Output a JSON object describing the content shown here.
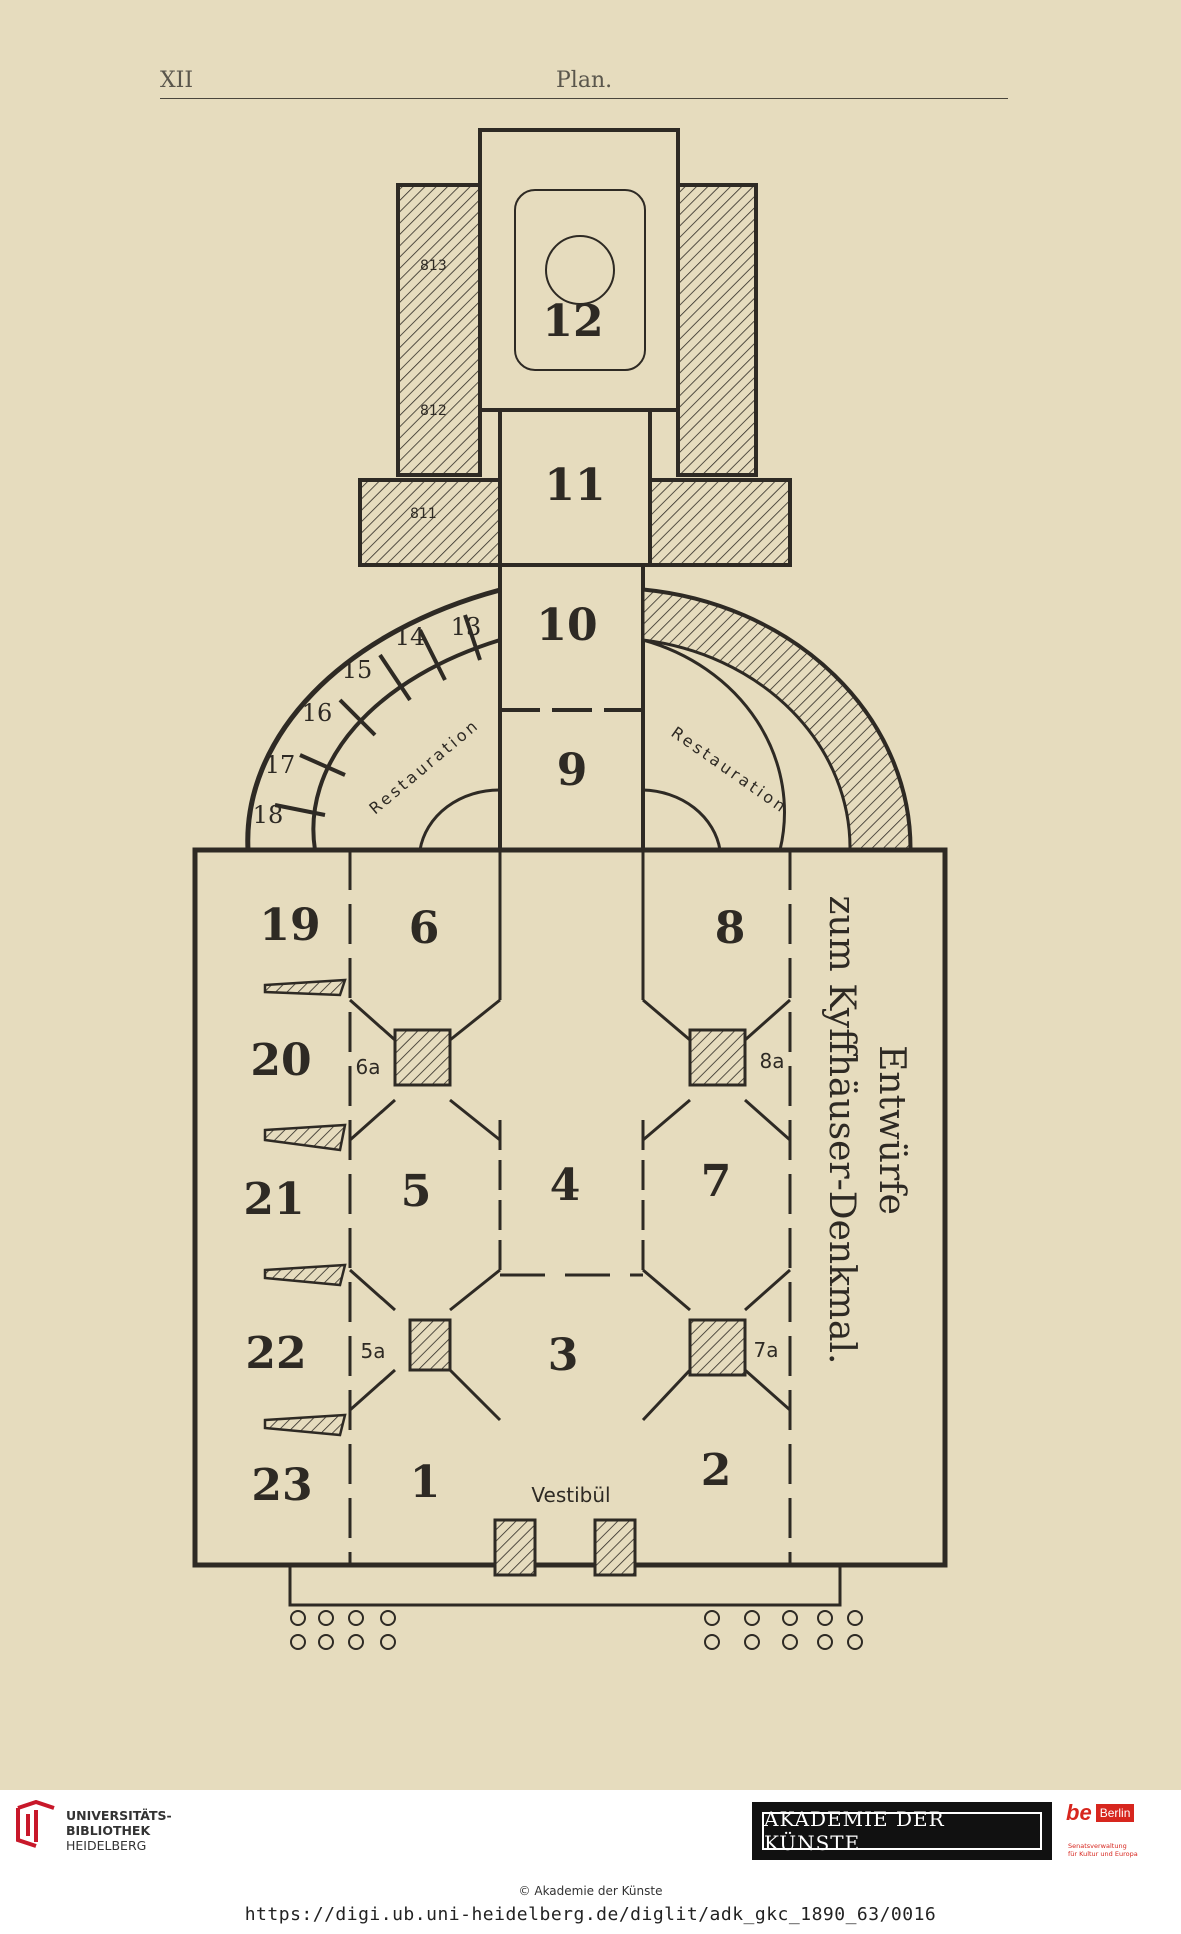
{
  "header": {
    "page_number": "XII",
    "title": "Plan."
  },
  "plan": {
    "rooms": [
      "1",
      "2",
      "3",
      "4",
      "5",
      "6",
      "7",
      "8",
      "9",
      "10",
      "11",
      "12",
      "13",
      "14",
      "15",
      "16",
      "17",
      "18",
      "19",
      "20",
      "21",
      "22",
      "23"
    ],
    "sub_rooms": [
      "5a",
      "6a",
      "7a",
      "8a"
    ],
    "labels": {
      "vestibule": "Vestibül",
      "restaurant_left": "Restauration",
      "restaurant_right": "Restauration",
      "upper_left_1": "813",
      "upper_left_2": "812",
      "upper_left_3": "811"
    },
    "caption_line_1": "Entwürfe",
    "caption_line_2": "zum Kyffhäuser-Denkmal."
  },
  "footer": {
    "library_line_1": "UNIVERSITÄTS-",
    "library_line_2": "BIBLIOTHEK",
    "library_line_3": "HEIDELBERG",
    "academy": "AKADEMIE DER KÜNSTE",
    "berlin_be": "be",
    "berlin_word": "Berlin",
    "senate_line_1": "Senatsverwaltung",
    "senate_line_2": "für Kultur und Europa",
    "copyright": "© Akademie der Künste",
    "url": "https://digi.ub.uni-heidelberg.de/diglit/adk_gkc_1890_63/0016"
  },
  "colors": {
    "paper": "#e6dcbe",
    "ink": "#2e2a24",
    "berlin_red": "#d7261e"
  }
}
